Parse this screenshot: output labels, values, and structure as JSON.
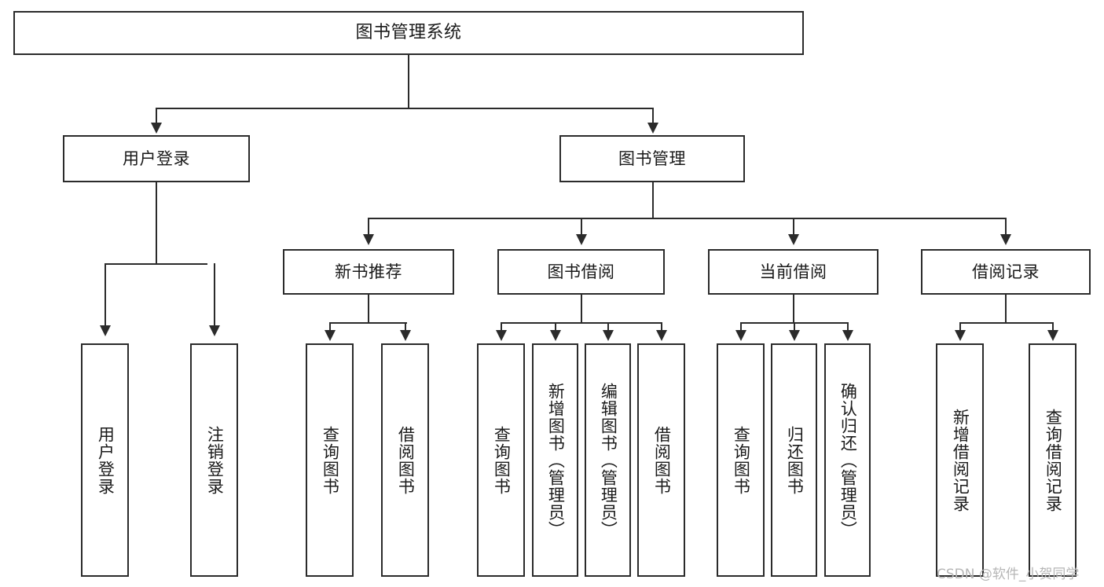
{
  "diagram": {
    "title": "图书管理系统",
    "type": "tree",
    "root": {
      "label": "图书管理系统"
    },
    "level2": [
      {
        "label": "用户登录"
      },
      {
        "label": "图书管理"
      }
    ],
    "level3": [
      {
        "label": "新书推荐"
      },
      {
        "label": "图书借阅"
      },
      {
        "label": "当前借阅"
      },
      {
        "label": "借阅记录"
      }
    ],
    "leaves": {
      "user_login": [
        {
          "label": "用户登录"
        },
        {
          "label": "注销登录"
        }
      ],
      "new_book_recommend": [
        {
          "label": "查询图书"
        },
        {
          "label": "借阅图书"
        }
      ],
      "book_borrow": [
        {
          "label": "查询图书"
        },
        {
          "label": "新增图书（管理员）"
        },
        {
          "label": "编辑图书（管理员）"
        },
        {
          "label": "借阅图书"
        }
      ],
      "current_borrow": [
        {
          "label": "查询图书"
        },
        {
          "label": "归还图书"
        },
        {
          "label": "确认归还（管理员）"
        }
      ],
      "borrow_record": [
        {
          "label": "新增借阅记录"
        },
        {
          "label": "查询借阅记录"
        }
      ]
    }
  },
  "watermark": {
    "text": "CSDN @软件_小贺同学"
  },
  "colors": {
    "stroke": "#2b2b2b",
    "background": "#ffffff",
    "text": "#1a1a1a",
    "watermark": "#b6b6b6"
  }
}
